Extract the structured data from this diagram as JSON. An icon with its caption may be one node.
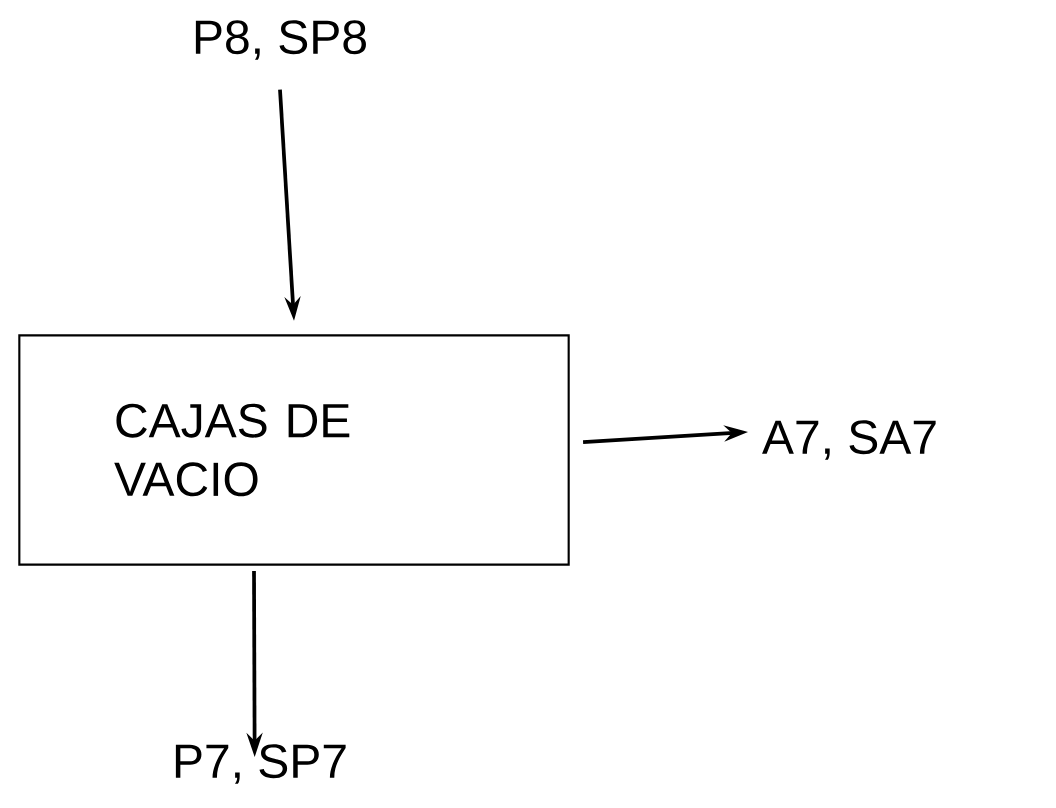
{
  "diagram": {
    "nodes": [
      {
        "text": [
          "CAJAS DE VACIO"
        ]
      },
      {
        "text": [
          "P8, SP8"
        ]
      },
      {
        "text": [
          "A7, SA7"
        ]
      },
      {
        "text": [
          "P7, SP7"
        ]
      }
    ],
    "edges": [
      {
        "from": 1,
        "to": 0,
        "arrow": "to"
      },
      {
        "from": 0,
        "to": 2,
        "arrow": "to"
      },
      {
        "from": 0,
        "to": 3,
        "arrow": "to"
      }
    ]
  }
}
